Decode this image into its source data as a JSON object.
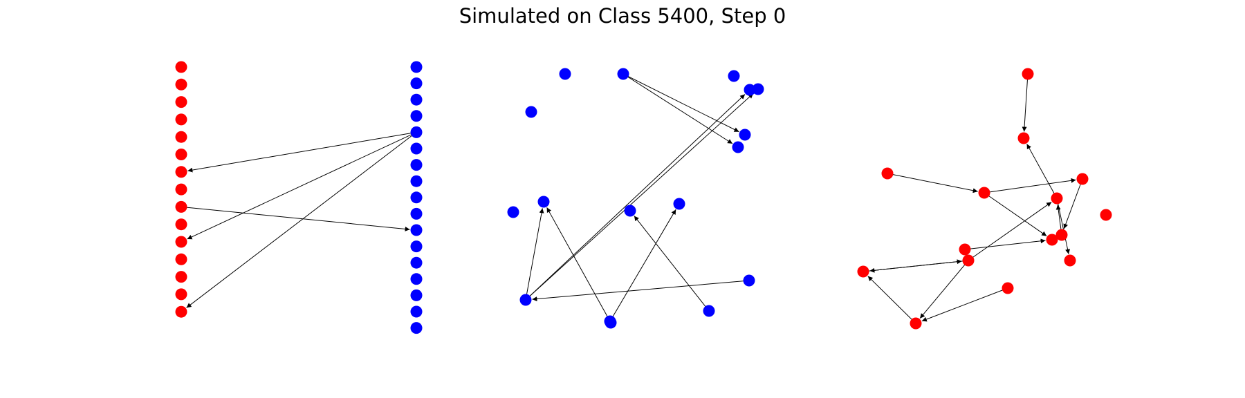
{
  "title": "Simulated on Class 5400, Step 0",
  "colors": {
    "red": "#ff0000",
    "blue": "#0000ff",
    "edge": "#000000"
  },
  "panels": [
    {
      "id": "bipartite",
      "nodes": [
        {
          "id": "r0",
          "color": "red"
        },
        {
          "id": "r1",
          "color": "red"
        },
        {
          "id": "r2",
          "color": "red"
        },
        {
          "id": "r3",
          "color": "red"
        },
        {
          "id": "r4",
          "color": "red"
        },
        {
          "id": "r5",
          "color": "red"
        },
        {
          "id": "r6",
          "color": "red"
        },
        {
          "id": "r7",
          "color": "red"
        },
        {
          "id": "r8",
          "color": "red"
        },
        {
          "id": "r9",
          "color": "red"
        },
        {
          "id": "r10",
          "color": "red"
        },
        {
          "id": "r11",
          "color": "red"
        },
        {
          "id": "r12",
          "color": "red"
        },
        {
          "id": "r13",
          "color": "red"
        },
        {
          "id": "r14",
          "color": "red"
        },
        {
          "id": "b0",
          "color": "blue"
        },
        {
          "id": "b1",
          "color": "blue"
        },
        {
          "id": "b2",
          "color": "blue"
        },
        {
          "id": "b3",
          "color": "blue"
        },
        {
          "id": "b4",
          "color": "blue"
        },
        {
          "id": "b5",
          "color": "blue"
        },
        {
          "id": "b6",
          "color": "blue"
        },
        {
          "id": "b7",
          "color": "blue"
        },
        {
          "id": "b8",
          "color": "blue"
        },
        {
          "id": "b9",
          "color": "blue"
        },
        {
          "id": "b10",
          "color": "blue"
        },
        {
          "id": "b11",
          "color": "blue"
        },
        {
          "id": "b12",
          "color": "blue"
        },
        {
          "id": "b13",
          "color": "blue"
        },
        {
          "id": "b14",
          "color": "blue"
        },
        {
          "id": "b15",
          "color": "blue"
        },
        {
          "id": "b16",
          "color": "blue"
        }
      ],
      "edges": [
        {
          "from": "b4",
          "to": "r6"
        },
        {
          "from": "b4",
          "to": "r10"
        },
        {
          "from": "b4",
          "to": "r14"
        },
        {
          "from": "r8",
          "to": "b10"
        }
      ]
    },
    {
      "id": "blue-graph",
      "nodes": [
        {
          "id": "n1",
          "color": "blue"
        },
        {
          "id": "n2",
          "color": "blue"
        },
        {
          "id": "n3",
          "color": "blue"
        },
        {
          "id": "n4",
          "color": "blue"
        },
        {
          "id": "n5",
          "color": "blue"
        },
        {
          "id": "n6",
          "color": "blue"
        },
        {
          "id": "n7",
          "color": "blue"
        },
        {
          "id": "n8",
          "color": "blue"
        },
        {
          "id": "n9",
          "color": "blue"
        },
        {
          "id": "n10",
          "color": "blue"
        },
        {
          "id": "n11",
          "color": "blue"
        },
        {
          "id": "n12",
          "color": "blue"
        },
        {
          "id": "n13",
          "color": "blue"
        },
        {
          "id": "n14",
          "color": "blue"
        },
        {
          "id": "n15",
          "color": "blue"
        },
        {
          "id": "n16",
          "color": "blue"
        },
        {
          "id": "n17",
          "color": "blue"
        }
      ],
      "edges": [
        {
          "from": "n2",
          "to": "n7"
        },
        {
          "from": "n2",
          "to": "n8"
        },
        {
          "from": "n13",
          "to": "n10"
        },
        {
          "from": "n13",
          "to": "n6"
        },
        {
          "from": "n13",
          "to": "n5"
        },
        {
          "from": "n14",
          "to": "n12"
        },
        {
          "from": "n14",
          "to": "n10"
        },
        {
          "from": "n15",
          "to": "n13"
        },
        {
          "from": "n16",
          "to": "n11"
        }
      ]
    },
    {
      "id": "red-graph",
      "nodes": [
        {
          "id": "m1",
          "color": "red"
        },
        {
          "id": "m2",
          "color": "red"
        },
        {
          "id": "m3",
          "color": "red"
        },
        {
          "id": "m4",
          "color": "red"
        },
        {
          "id": "m5",
          "color": "red"
        },
        {
          "id": "m6",
          "color": "red"
        },
        {
          "id": "m7",
          "color": "red"
        },
        {
          "id": "m8",
          "color": "red"
        },
        {
          "id": "m9",
          "color": "red"
        },
        {
          "id": "m10",
          "color": "red"
        },
        {
          "id": "m11",
          "color": "red"
        },
        {
          "id": "m12",
          "color": "red"
        },
        {
          "id": "m13",
          "color": "red"
        },
        {
          "id": "m14",
          "color": "red"
        },
        {
          "id": "m15",
          "color": "red"
        }
      ],
      "edges": [
        {
          "from": "m1",
          "to": "m2"
        },
        {
          "from": "m3",
          "to": "m4"
        },
        {
          "from": "m4",
          "to": "m5"
        },
        {
          "from": "m4",
          "to": "m9"
        },
        {
          "from": "m6",
          "to": "m2"
        },
        {
          "from": "m6",
          "to": "m10"
        },
        {
          "from": "m5",
          "to": "m8"
        },
        {
          "from": "m8",
          "to": "m6"
        },
        {
          "from": "m11",
          "to": "m9"
        },
        {
          "from": "m12",
          "to": "m6"
        },
        {
          "from": "m12",
          "to": "m14"
        },
        {
          "from": "m14",
          "to": "m12"
        },
        {
          "from": "m12",
          "to": "m15"
        },
        {
          "from": "m13",
          "to": "m15"
        },
        {
          "from": "m15",
          "to": "m14"
        }
      ]
    }
  ]
}
